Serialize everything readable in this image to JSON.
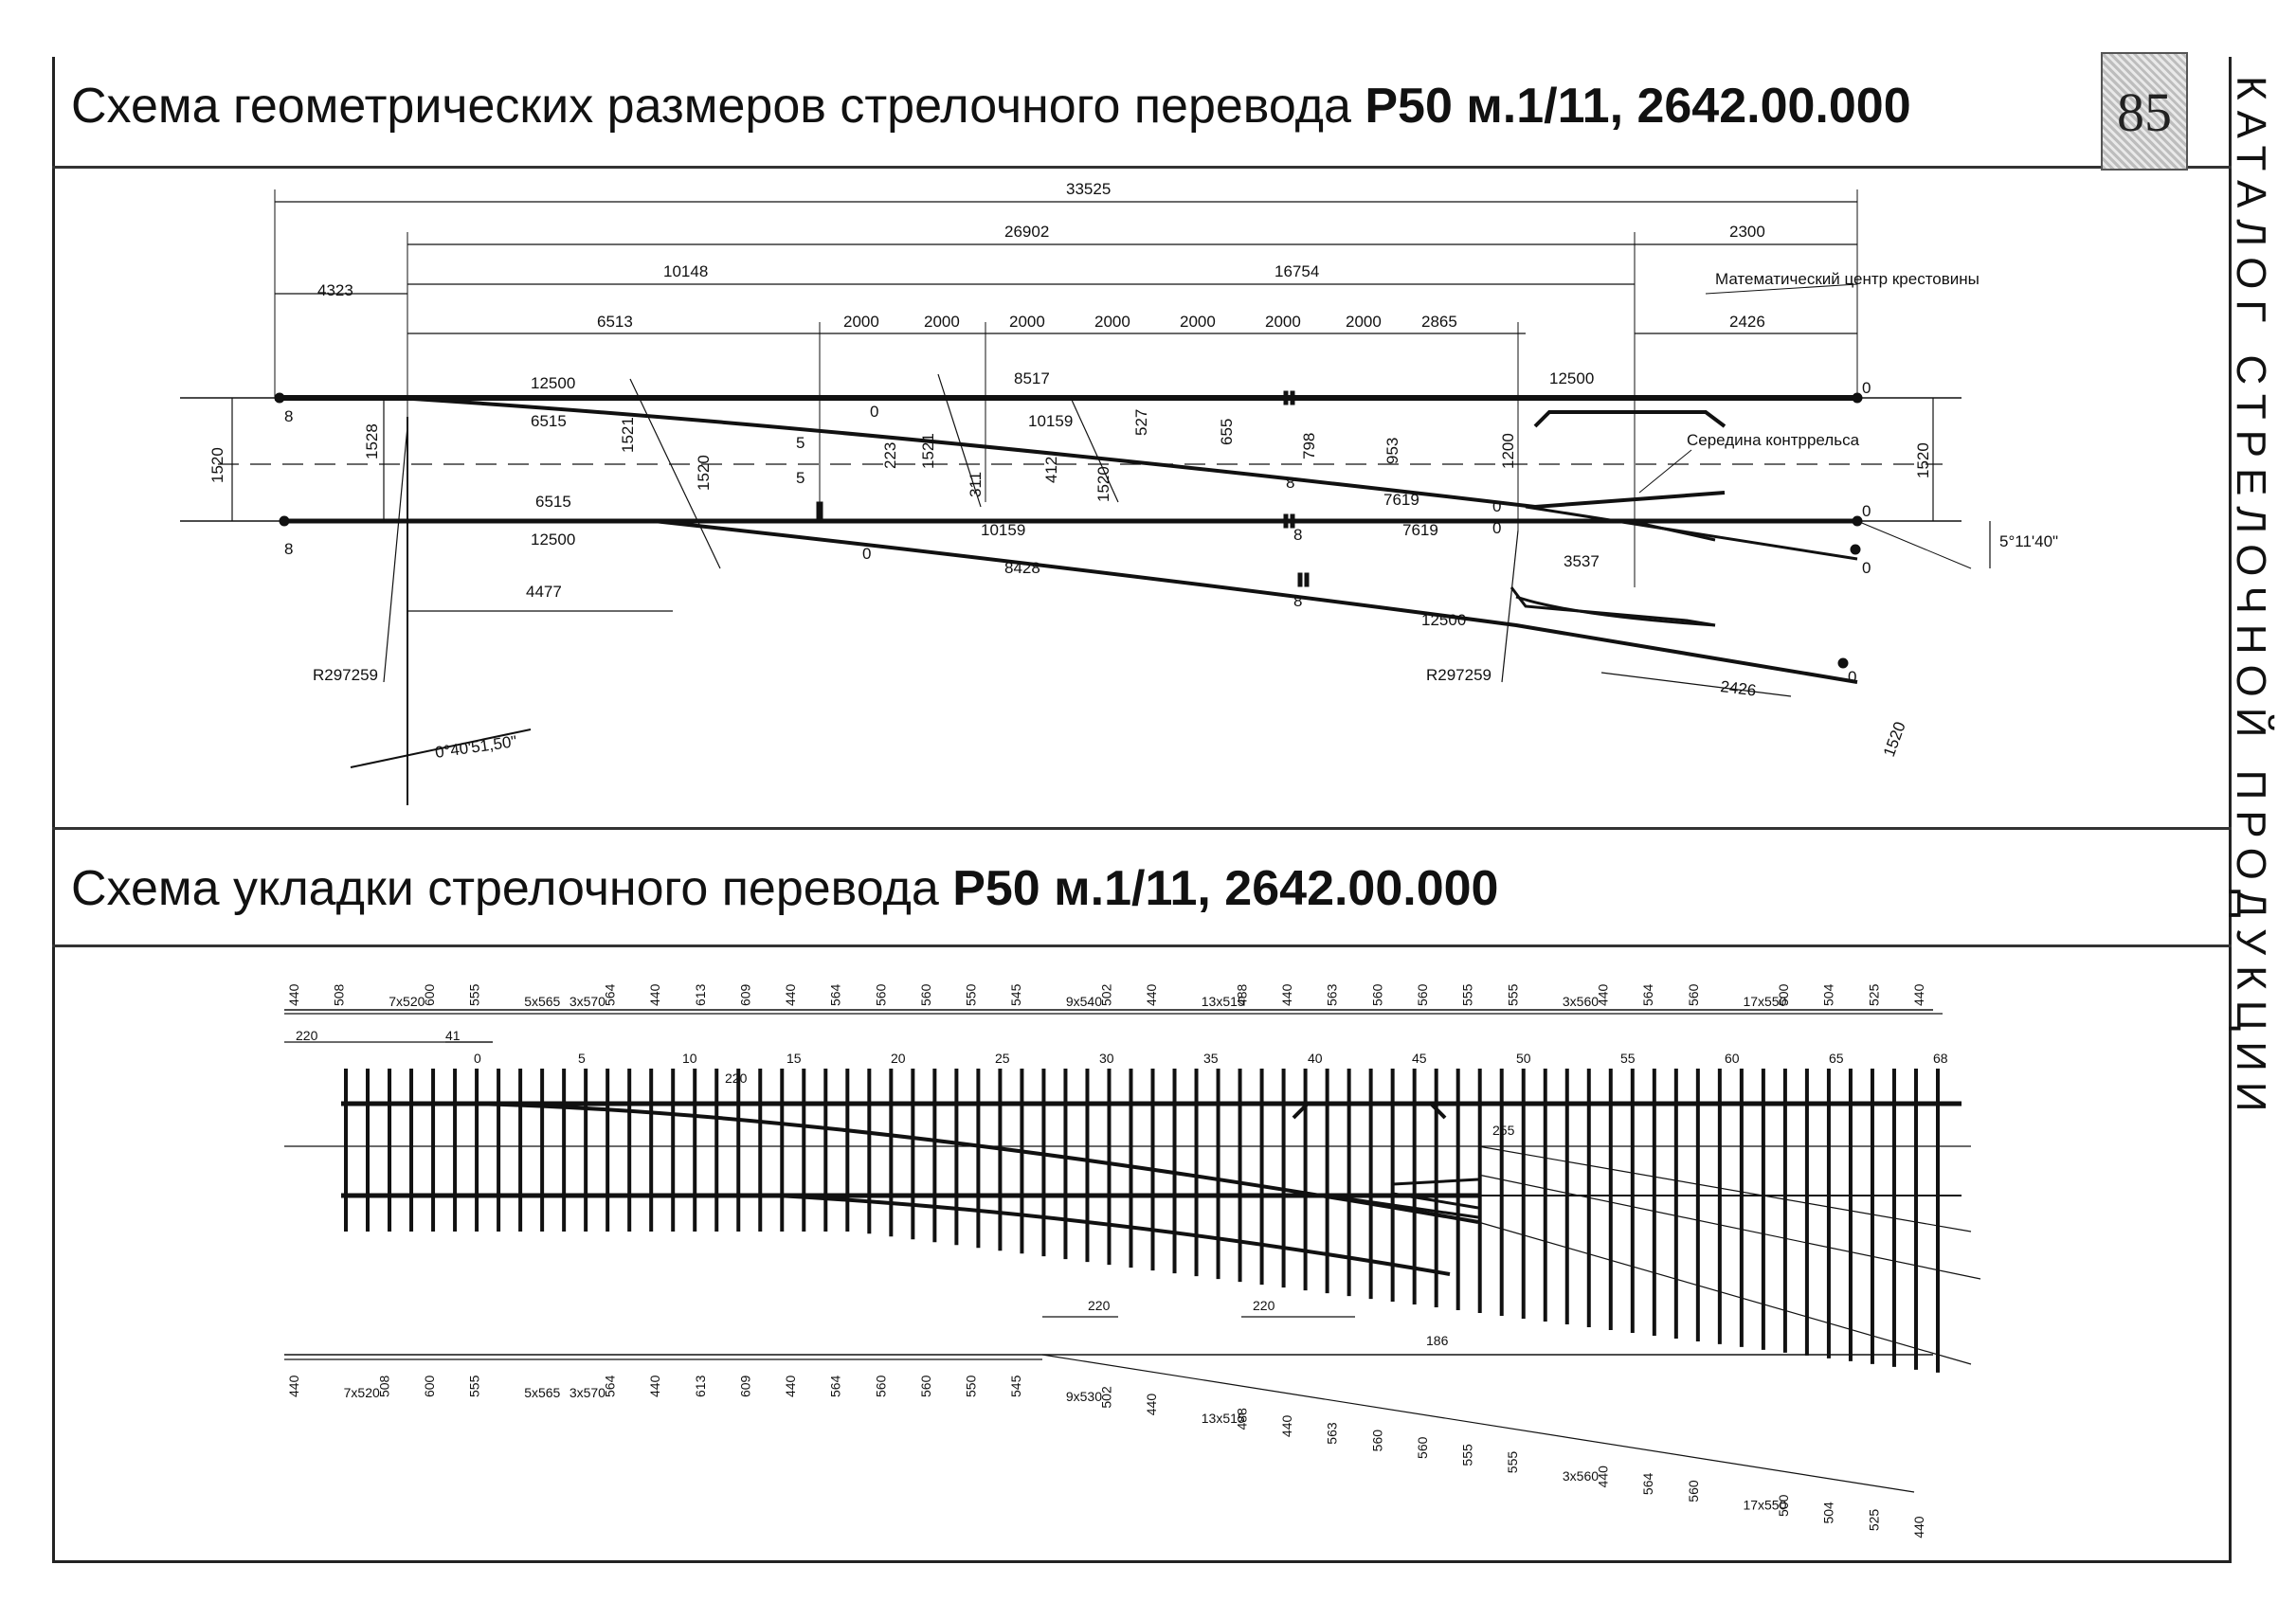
{
  "header": {
    "title1_regular": "Схема геометрических размеров стрелочного перевода ",
    "title1_bold": "Р50 м.1/11, 2642.00.000",
    "page_number": "85",
    "side_caption": "КАТАЛОГ СТРЕЛОЧНОЙ ПРОДУКЦИИ"
  },
  "section2": {
    "title_regular": "Схема укладки стрелочного перевода ",
    "title_bold": "Р50 м.1/11, 2642.00.000"
  },
  "geometry": {
    "dims_top": {
      "total": "33525",
      "d26902": "26902",
      "d2300": "2300",
      "d4323": "4323",
      "d10148": "10148",
      "d16754": "16754",
      "d6513": "6513",
      "d2426": "2426"
    },
    "spacings": [
      "2000",
      "2000",
      "2000",
      "2000",
      "2000",
      "2000",
      "2000",
      "2865"
    ],
    "labels": {
      "l12500a": "12500",
      "l6515a": "6515",
      "l8517": "8517",
      "l10159a": "10159",
      "l12500b": "12500",
      "l6515b": "6515",
      "l12500c": "12500",
      "l10159b": "10159",
      "l8428": "8428",
      "l7619a": "7619",
      "l7619b": "7619",
      "l3537": "3537",
      "l12500d": "12500",
      "l4477": "4477",
      "l2426b": "2426",
      "v1520l": "1520",
      "v1528": "1528",
      "v1521": "1521",
      "v1520b": "1520",
      "v223": "223",
      "v1521b": "1521",
      "v311": "311",
      "v412": "412",
      "v1520c": "1520",
      "v527": "527",
      "v655": "655",
      "v798": "798",
      "v953": "953",
      "v1200": "1200",
      "v1520r": "1520",
      "v1520d": "1520",
      "v5a": "5",
      "v5b": "5",
      "z0a": "0",
      "z0b": "0",
      "z0c": "0",
      "z0d": "0",
      "z0e": "0",
      "z0f": "0",
      "z0g": "0",
      "z0h": "0",
      "e8a": "8",
      "e8b": "8",
      "e8c": "8",
      "e8d": "8",
      "e8e": "8"
    },
    "notes": {
      "math_center": "Математический центр крестовины",
      "guard_rail_mid": "Середина контррельса",
      "radius_left": "R297259",
      "radius_right": "R297259",
      "angle_small": "0°40'51,50\"",
      "angle_frog": "5°11'40\""
    }
  },
  "laying": {
    "top_groups": [
      "440",
      "508",
      "7x520",
      "600",
      "555",
      "5x565",
      "3x570",
      "564",
      "440",
      "613",
      "609",
      "440",
      "564",
      "560",
      "560",
      "550",
      "545",
      "9x540",
      "502",
      "440",
      "13x515",
      "488",
      "440",
      "563",
      "560",
      "560",
      "555",
      "555",
      "3x560",
      "440",
      "564",
      "560",
      "17x550",
      "500",
      "504",
      "525",
      "440"
    ],
    "bottom_groups": [
      "440",
      "7x520",
      "508",
      "600",
      "555",
      "5x565",
      "3x570",
      "564",
      "440",
      "613",
      "609",
      "440",
      "564",
      "560",
      "560",
      "550",
      "545",
      "9x530",
      "502",
      "440",
      "13x515",
      "488",
      "440",
      "563",
      "560",
      "560",
      "555",
      "555",
      "3x560",
      "440",
      "564",
      "560",
      "17x550",
      "500",
      "504",
      "525",
      "440"
    ],
    "tie_numbers": [
      "0",
      "5",
      "10",
      "15",
      "20",
      "25",
      "30",
      "35",
      "40",
      "45",
      "50",
      "55",
      "60",
      "65",
      "68"
    ],
    "misc": {
      "m220a": "220",
      "m41": "41",
      "m220b": "220",
      "m220c": "220",
      "m220d": "220",
      "m186": "186",
      "m255": "255"
    }
  }
}
